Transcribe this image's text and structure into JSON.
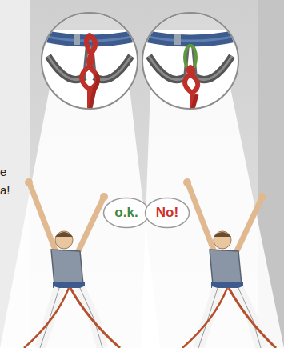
{
  "diagram": {
    "nodes": [
      {
        "text": [
          "o.k."
        ]
      },
      {
        "text": [
          "No!"
        ]
      }
    ],
    "labels": [
      "e",
      "a!"
    ]
  }
}
